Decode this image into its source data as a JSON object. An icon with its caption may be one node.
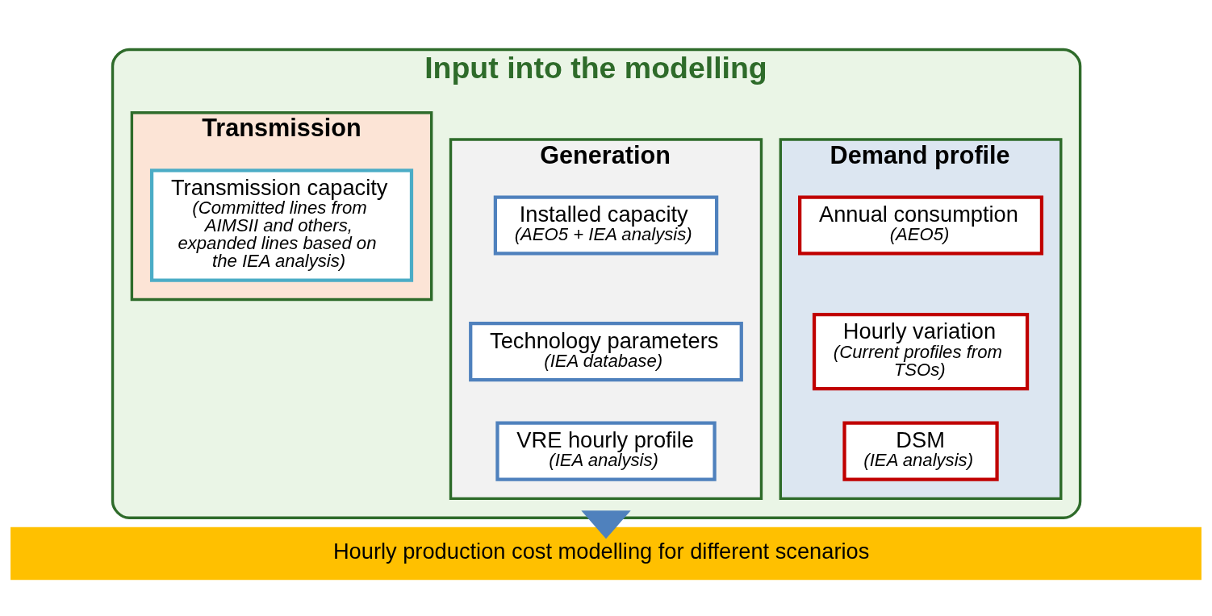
{
  "diagram": {
    "nodes": [
      {
        "text": [
          "Input into the modelling"
        ]
      },
      {
        "text": [
          "Demand profile"
        ],
        "in": 0
      },
      {
        "text": [
          "Annual consumption",
          "(AEO5)"
        ],
        "in": 1
      },
      {
        "text": [
          "Hourly variation",
          "(Current profiles from TSOs)"
        ],
        "in": 1
      },
      {
        "text": [
          "DSM",
          "(IEA analysis)"
        ],
        "in": 1
      },
      {
        "text": [
          "Generation"
        ],
        "in": 0
      },
      {
        "text": [
          "Installed capacity",
          "(AEO5 + IEA analysis)"
        ],
        "in": 5
      },
      {
        "text": [
          "Technology parameters",
          "(IEA database)"
        ],
        "in": 5
      },
      {
        "text": [
          "VRE hourly profile",
          "(IEA analysis)"
        ],
        "in": 5
      },
      {
        "text": [
          "Transmission"
        ],
        "in": 0
      },
      {
        "text": [
          "Transmission capacity",
          "(Committed lines from AIMSII and others, expanded lines based on the IEA analysis)"
        ],
        "in": 9
      },
      {
        "text": [
          "Hourly production cost modelling for different scenarios"
        ]
      }
    ],
    "edges": [
      {
        "from": 0,
        "to": 11,
        "arrow": "to",
        "style": "thick",
        "color": "#4f81bd"
      }
    ]
  }
}
